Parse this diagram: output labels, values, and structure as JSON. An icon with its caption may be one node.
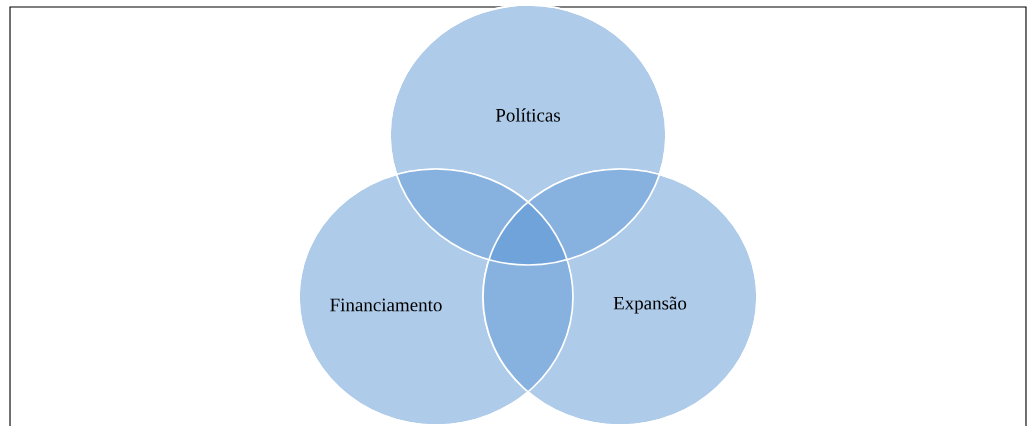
{
  "diagram": {
    "nodes": [
      {
        "text": [
          "Políticas"
        ]
      },
      {
        "text": [
          "Financiamento"
        ]
      },
      {
        "text": [
          "Expansão"
        ]
      }
    ]
  }
}
